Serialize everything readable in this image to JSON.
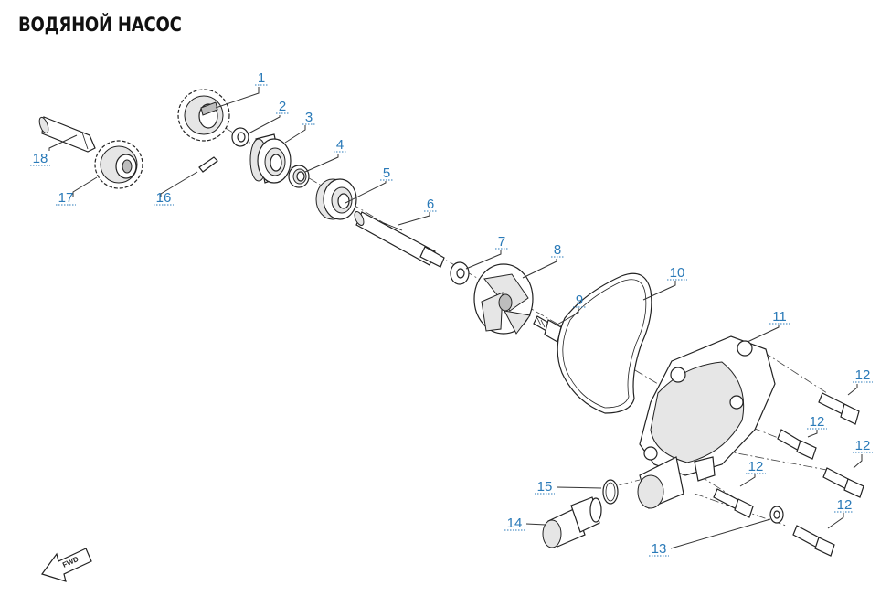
{
  "title": "ВОДЯНОЙ НАСОС",
  "callouts": {
    "c1": "1",
    "c2": "2",
    "c3": "3",
    "c4": "4",
    "c5": "5",
    "c6": "6",
    "c7": "7",
    "c8": "8",
    "c9": "9",
    "c10": "10",
    "c11": "11",
    "c12a": "12",
    "c12b": "12",
    "c12c": "12",
    "c12d": "12",
    "c12e": "12",
    "c13": "13",
    "c14": "14",
    "c15": "15",
    "c16": "16",
    "c17": "17",
    "c18": "18"
  },
  "fwd_label": "FWD",
  "colors": {
    "callout": "#2a7ab8",
    "line": "#222222"
  }
}
